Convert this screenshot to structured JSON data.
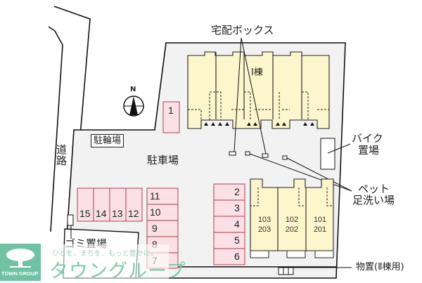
{
  "map": {
    "title": "site-layout",
    "labels": {
      "delivery_box": "宅配ボックス",
      "building_1": "Ⅰ棟",
      "bike_parking_line1": "バイク",
      "bike_parking_line2": "置場",
      "pet_wash_line1": "ペット",
      "pet_wash_line2": "足洗い場",
      "storage": "物置(Ⅱ棟用)",
      "bicycle_parking": "駐輪場",
      "parking_lot": "駐車場",
      "road_line1": "道",
      "road_line2": "路",
      "garbage": "ゴミ置場",
      "north": "N"
    },
    "parking_spaces": {
      "top": [
        "1"
      ],
      "row_horizontal": [
        "15",
        "14",
        "13",
        "12"
      ],
      "column_left": [
        "11",
        "10",
        "9",
        "8",
        "7"
      ],
      "column_right": [
        "2",
        "3",
        "4",
        "5",
        "6"
      ]
    },
    "units": [
      {
        "line1": "103",
        "line2": "203"
      },
      {
        "line1": "102",
        "line2": "202"
      },
      {
        "line1": "101",
        "line2": "201"
      }
    ],
    "colors": {
      "lot": "#f2f2f2",
      "building": "#fcf6cc",
      "parking": "#fbe0e6",
      "parking_border": "#b4505e",
      "brand": "#6fc2a3"
    }
  },
  "branding": {
    "logo_text": "TOWN GROUP",
    "tagline": "ひとを、まちを、もっと豊かに。",
    "name": "タウングループ"
  }
}
